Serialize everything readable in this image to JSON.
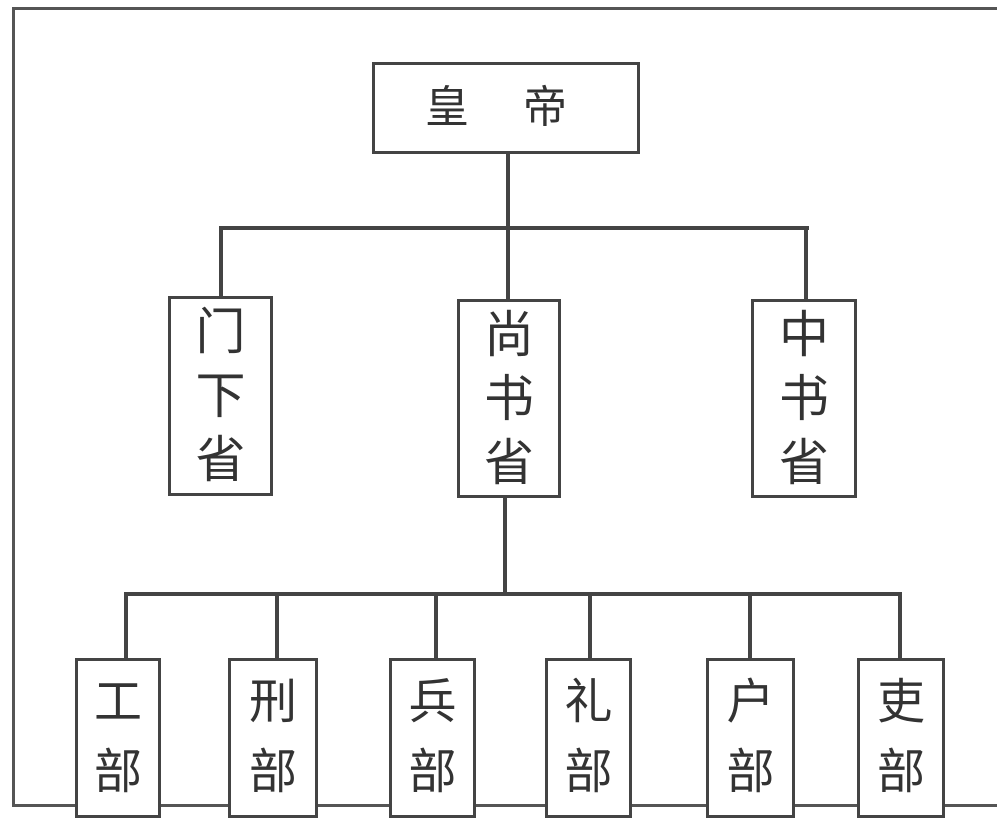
{
  "diagram": {
    "root": {
      "label": "皇 帝"
    },
    "provinces": [
      {
        "label": [
          "门",
          "下",
          "省"
        ]
      },
      {
        "label": [
          "尚",
          "书",
          "省"
        ]
      },
      {
        "label": [
          "中",
          "书",
          "省"
        ]
      }
    ],
    "ministries": [
      {
        "label": [
          "工",
          "部"
        ]
      },
      {
        "label": [
          "刑",
          "部"
        ]
      },
      {
        "label": [
          "兵",
          "部"
        ]
      },
      {
        "label": [
          "礼",
          "部"
        ]
      },
      {
        "label": [
          "户",
          "部"
        ]
      },
      {
        "label": [
          "吏",
          "部"
        ]
      }
    ]
  }
}
